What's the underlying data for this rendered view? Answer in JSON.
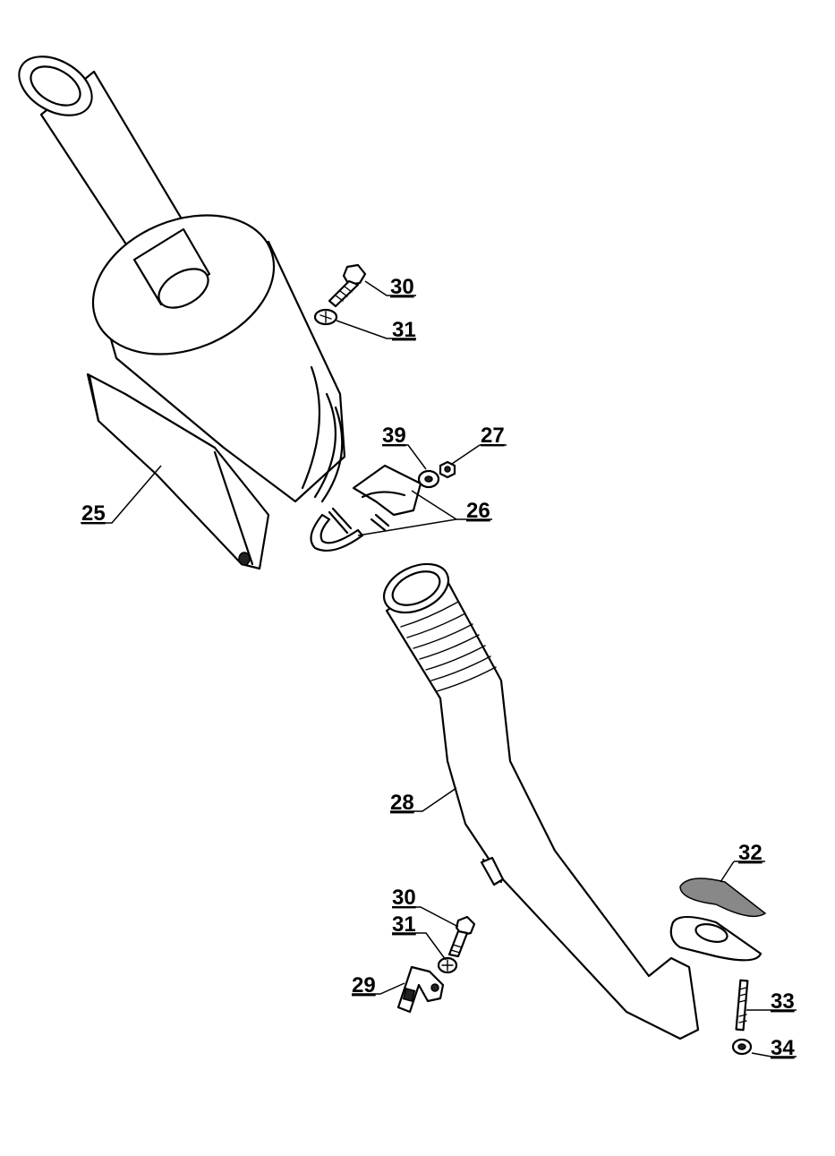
{
  "labels": {
    "p25": "25",
    "p26": "26",
    "p27": "27",
    "p28": "28",
    "p29": "29",
    "p30a": "30",
    "p30b": "30",
    "p31a": "31",
    "p31b": "31",
    "p32": "32",
    "p33": "33",
    "p34": "34",
    "p39": "39"
  }
}
